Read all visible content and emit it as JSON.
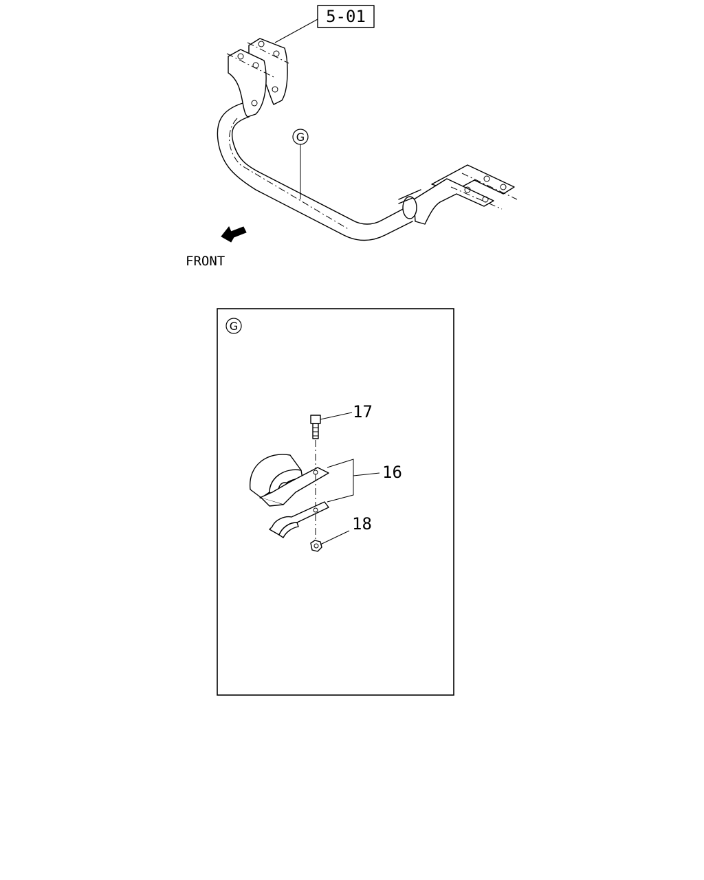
{
  "main_view": {
    "reference_box": "5-01",
    "detail_marker": "G",
    "direction_label": "FRONT"
  },
  "detail_view": {
    "marker": "G",
    "callouts": [
      "17",
      "16",
      "18"
    ]
  }
}
